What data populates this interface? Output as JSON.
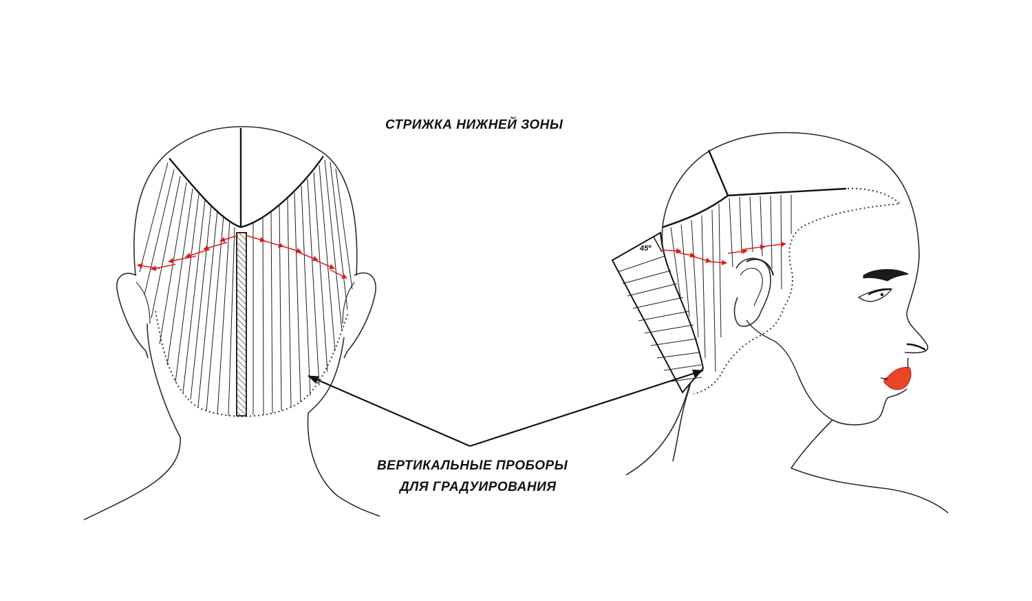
{
  "title": "СТРИЖКА НИЖНЕЙ ЗОНЫ",
  "caption": {
    "line1": "ВЕРТИКАЛЬНЫЕ ПРОБОРЫ",
    "line2": "ДЛЯ ГРАДУИРОВАНИЯ"
  },
  "angle_label": "45º",
  "colors": {
    "outline": "#2a2a2a",
    "guide": "#1c1c1c",
    "arrow": "#e01b1b",
    "lips": "#e8452a"
  }
}
